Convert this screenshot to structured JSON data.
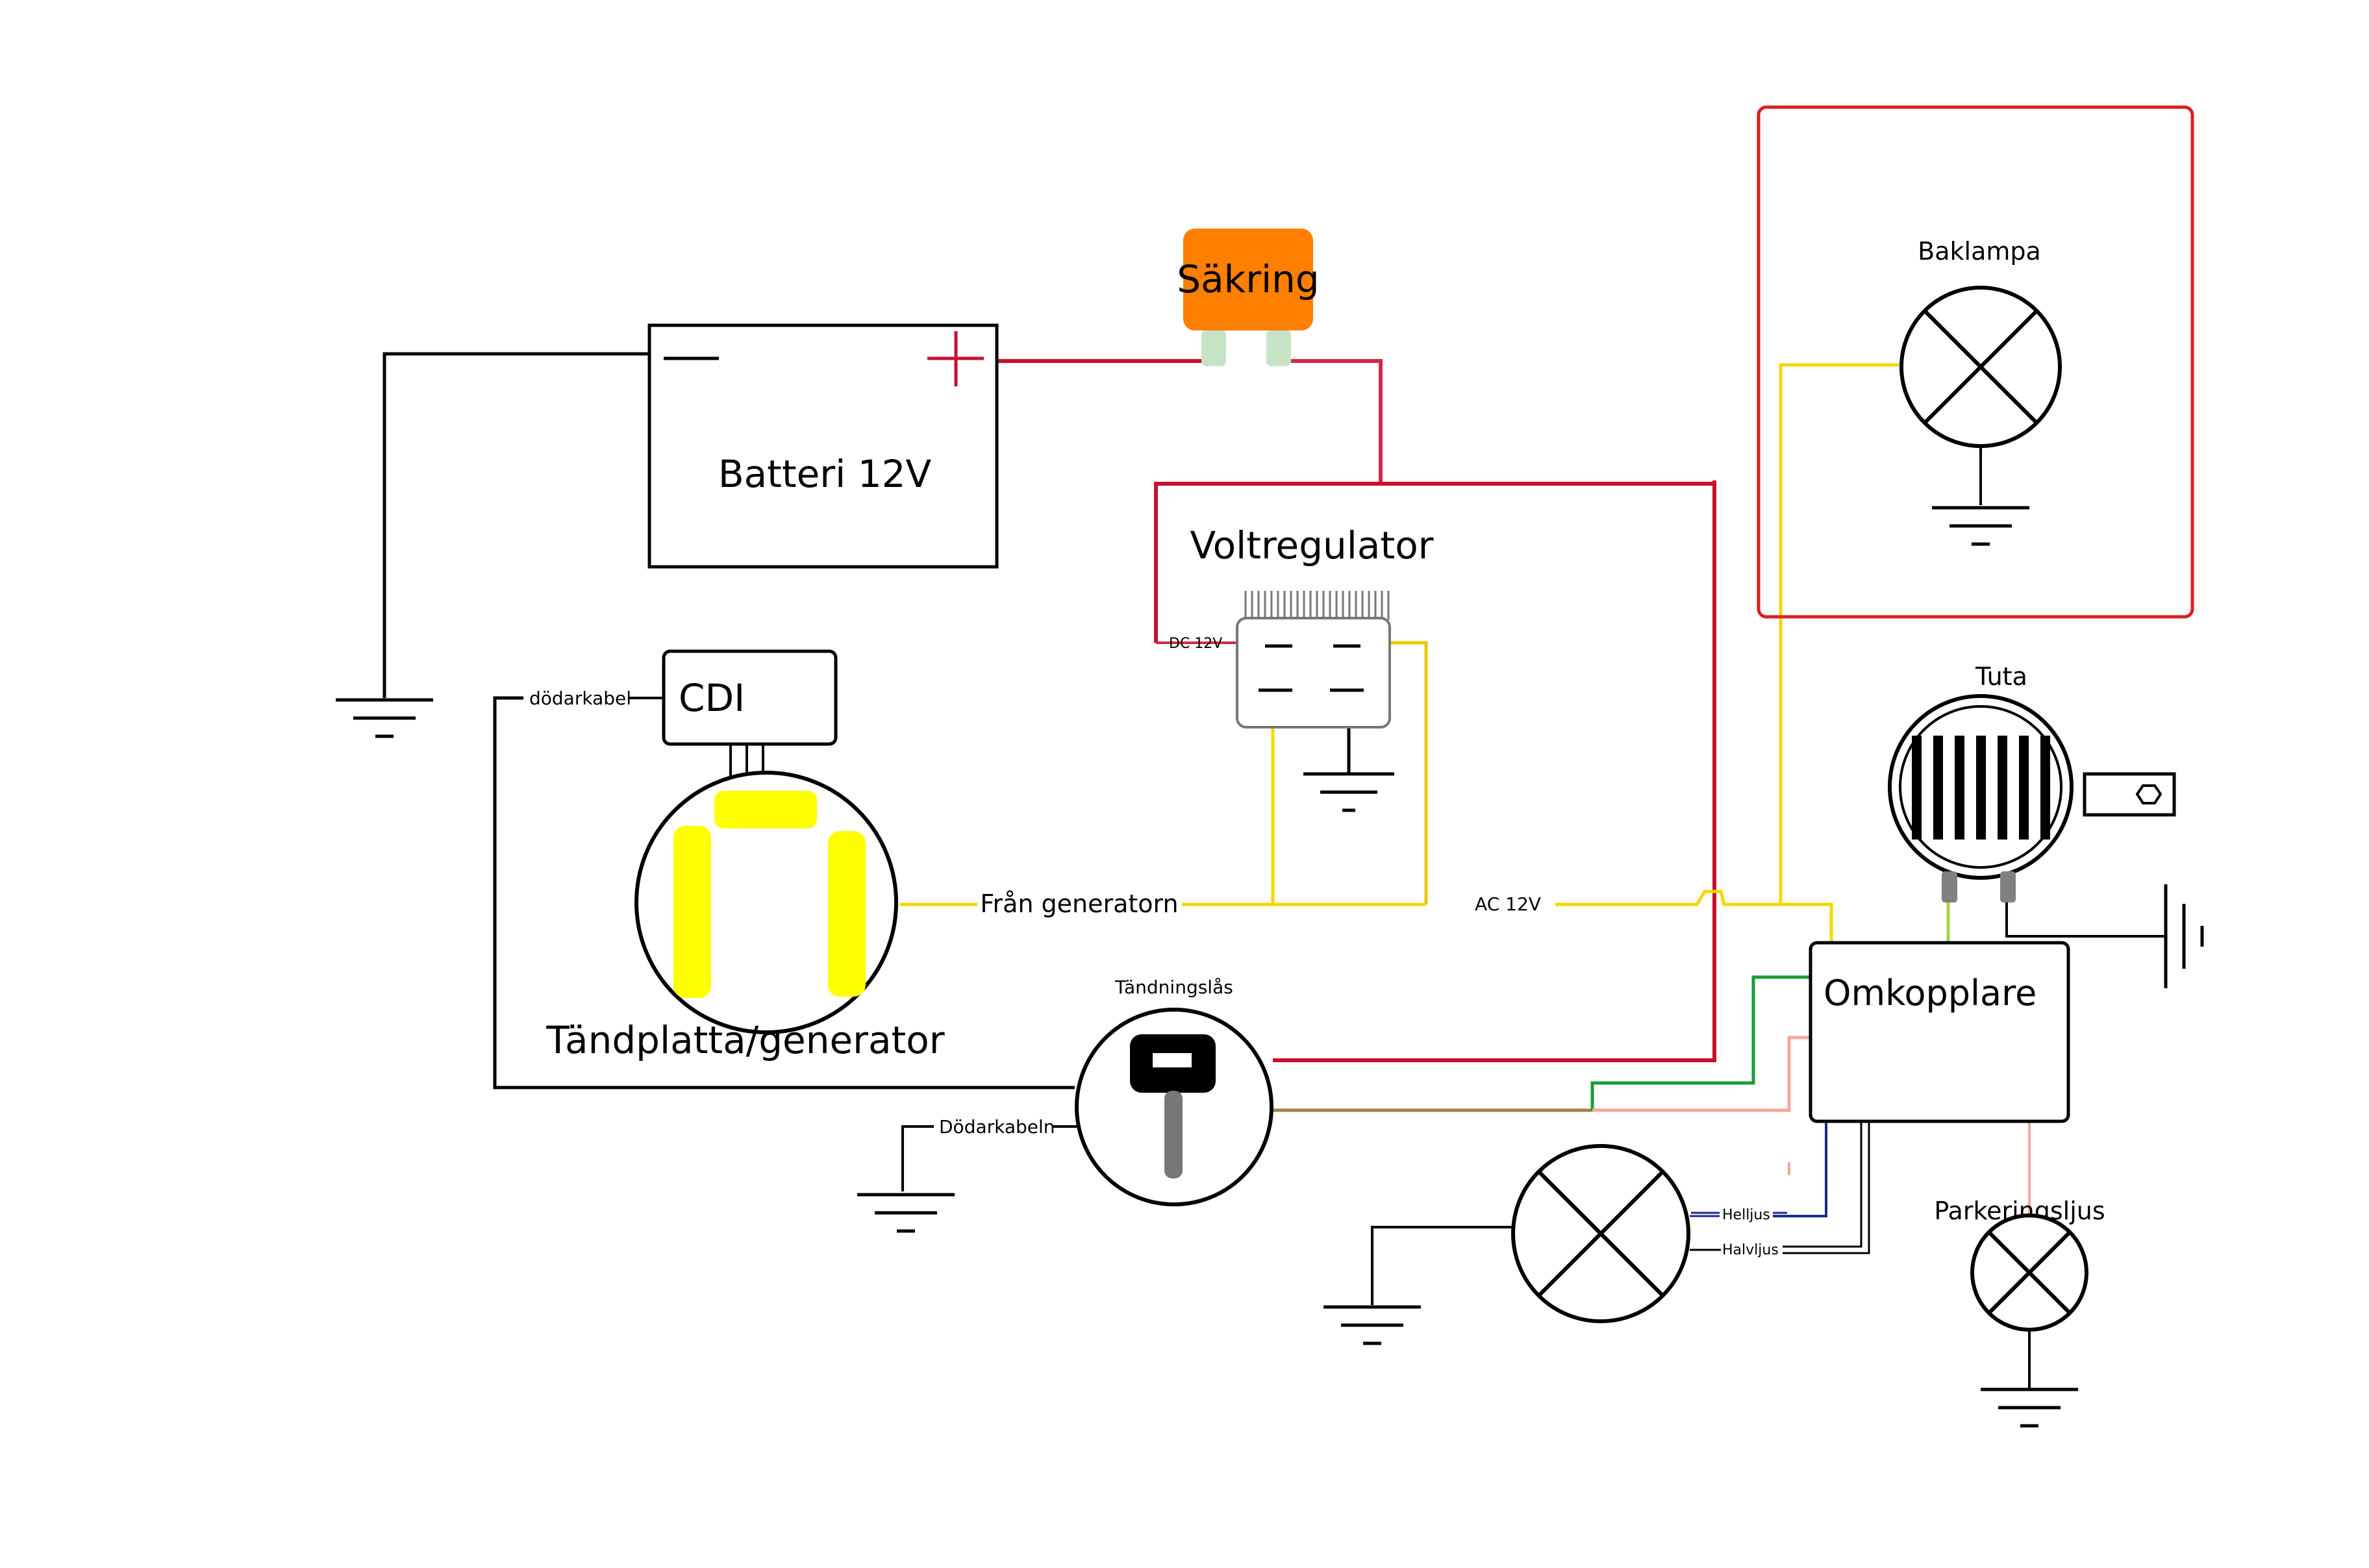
{
  "components": {
    "battery": {
      "label": "Batteri 12V",
      "minus": "—",
      "plus": "+"
    },
    "fuse": {
      "label": "Säkring"
    },
    "regulator": {
      "label": "Voltregulator",
      "dc_label": "DC 12V"
    },
    "cdi": {
      "label": "CDI",
      "kill_label": "dödarkabel"
    },
    "generator": {
      "label": "Tändplatta/generator",
      "output_label": "Från generatorn",
      "ac_label": "AC 12V"
    },
    "ignition": {
      "label": "Tändningslås",
      "kill_label": "Dödarkabeln"
    },
    "tail_lamp": {
      "label": "Baklampa"
    },
    "horn": {
      "label": "Tuta"
    },
    "switch": {
      "label": "Omkopplare"
    },
    "headlight": {
      "high_label": "Helljus",
      "low_label": "Halvljus"
    },
    "parking_light": {
      "label": "Parkeringsljus"
    }
  },
  "wire_colors": {
    "positive": "#c8102e",
    "positive_light": "#cf2a4a",
    "ac": "#f5d800",
    "ac_dark": "#e7c800",
    "ground": "#000000",
    "brown": "#a0824b",
    "green": "#1a9a3a",
    "pink": "#f5a6a0",
    "blue": "#1c2a8c",
    "horn_feed": "#a8d040",
    "lamp_box": "#dc1e1e",
    "fuse": "#ff7f00",
    "fuse_pins": "#c6e3c6",
    "coil": "#ffff00"
  },
  "icons": {
    "fuse": "fuse-icon",
    "battery": "battery-icon",
    "ground": "ground-icon",
    "lamp": "lamp-icon",
    "horn": "horn-icon",
    "key": "key-icon"
  }
}
